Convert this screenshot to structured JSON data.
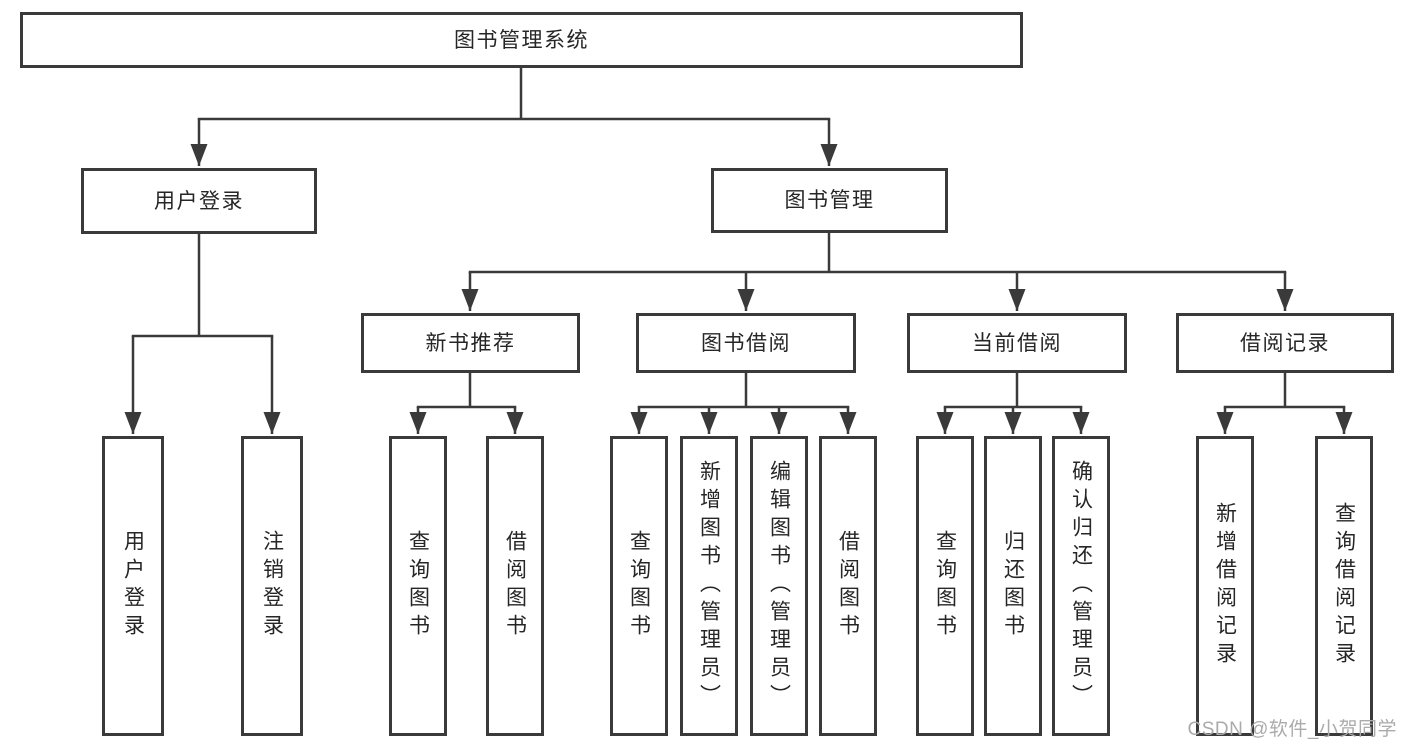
{
  "tree": {
    "root": {
      "label": "图书管理系统"
    },
    "children": [
      {
        "label": "用户登录",
        "children": [
          {
            "label": "用户登录"
          },
          {
            "label": "注销登录"
          }
        ]
      },
      {
        "label": "图书管理",
        "children": [
          {
            "label": "新书推荐",
            "children": [
              {
                "label": "查询图书"
              },
              {
                "label": "借阅图书"
              }
            ]
          },
          {
            "label": "图书借阅",
            "children": [
              {
                "label": "查询图书"
              },
              {
                "label": "新增图书（管理员）"
              },
              {
                "label": "编辑图书（管理员）"
              },
              {
                "label": "借阅图书"
              }
            ]
          },
          {
            "label": "当前借阅",
            "children": [
              {
                "label": "查询图书"
              },
              {
                "label": "归还图书"
              },
              {
                "label": "确认归还（管理员）"
              }
            ]
          },
          {
            "label": "借阅记录",
            "children": [
              {
                "label": "新增借阅记录"
              },
              {
                "label": "查询借阅记录"
              }
            ]
          }
        ]
      }
    ]
  },
  "watermark": {
    "text": "CSDN @软件_小贺同学"
  },
  "colors": {
    "line": "#3a3a3a",
    "text": "#262626",
    "box_background": "#ffffff",
    "page_background": "#ffffff",
    "watermark": "#ababab"
  }
}
